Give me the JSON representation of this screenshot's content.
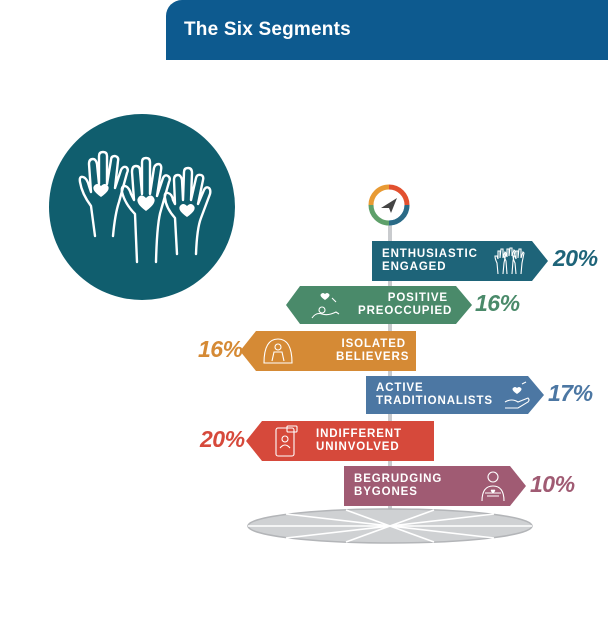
{
  "header": {
    "title": "The Six Segments"
  },
  "icons": {
    "hands_circle": "raised-hands-with-hearts-icon",
    "compass": "compass-navigation-icon"
  },
  "colors": {
    "header": "#0d5a8f",
    "circle": "#105e6e",
    "enthusiastic": "#1e6479",
    "positive": "#4a8a6a",
    "isolated": "#d58a35",
    "active": "#4c77a3",
    "indifferent": "#d6493b",
    "begrudging": "#a05b73"
  },
  "segments": [
    {
      "label": "ENTHUSIASTIC\nENGAGED",
      "percent": "20%",
      "icon": "raised-hands-icon"
    },
    {
      "label": "POSITIVE\nPREOCCUPIED",
      "percent": "16%",
      "icon": "person-with-heart-icon"
    },
    {
      "label": "ISOLATED\nBELIEVERS",
      "percent": "16%",
      "icon": "person-in-dome-icon"
    },
    {
      "label": "ACTIVE\nTRADITIONALISTS",
      "percent": "17%",
      "icon": "hand-with-heart-icon"
    },
    {
      "label": "INDIFFERENT\nUNINVOLVED",
      "percent": "20%",
      "icon": "phone-with-person-icon"
    },
    {
      "label": "BEGRUDGING\nBYGONES",
      "percent": "10%",
      "icon": "person-arms-crossed-icon"
    }
  ]
}
